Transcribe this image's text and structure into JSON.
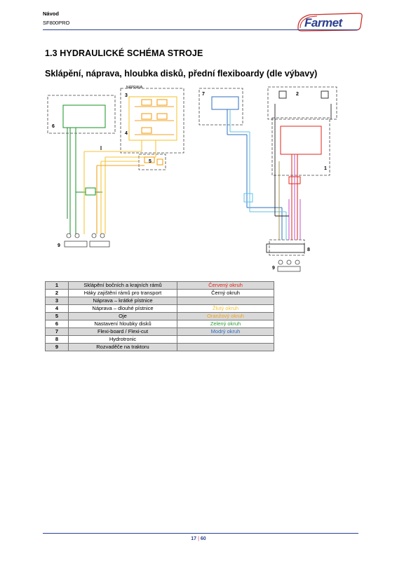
{
  "header": {
    "title": "Návod",
    "model": "SF800PRO",
    "logo_text": "Farmet"
  },
  "section_heading": "1.3   HYDRAULICKÉ SCHÉMA STROJE",
  "subtitle": "Sklápění, náprava, hloubka disků, přední flexiboardy (dle výbavy)",
  "diagram": {
    "labels": {
      "n1": "1",
      "n2": "2",
      "n3": "3",
      "n4": "4",
      "n5": "5",
      "n6": "6",
      "n7": "7",
      "n8": "8",
      "n9a": "9",
      "n9b": "9",
      "naprava": "NÁPRAVA"
    }
  },
  "legend": {
    "rows": [
      {
        "num": "1",
        "desc": "Sklápění bočních a krajních rámů",
        "circuit": "Červený okruh",
        "color": "#e0261c"
      },
      {
        "num": "2",
        "desc": "Háky zajištění rámů pro transport",
        "circuit": "Černý okruh",
        "color": "#000000"
      },
      {
        "num": "3",
        "desc": "Náprava – krátké pístnice",
        "circuit": "",
        "color": "#000000"
      },
      {
        "num": "4",
        "desc": "Náprava – dlouhé pístnice",
        "circuit": "Žlutý okruh",
        "color": "#f5c53a"
      },
      {
        "num": "5",
        "desc": "Oje",
        "circuit": "Oranžový okruh",
        "color": "#f3a21c"
      },
      {
        "num": "6",
        "desc": "Nastavení hloubky disků",
        "circuit": "Zelený okruh",
        "color": "#2a9d36"
      },
      {
        "num": "7",
        "desc": "Flexi-board / Flexi-cut",
        "circuit": "Modrý okruh",
        "color": "#2f6fbf"
      },
      {
        "num": "8",
        "desc": "Hydrotronic",
        "circuit": "",
        "color": "#000000"
      },
      {
        "num": "9",
        "desc": "Rozvaděče na traktoru",
        "circuit": "",
        "color": "#000000"
      }
    ]
  },
  "footer": {
    "page": "17",
    "separator": "|",
    "total": "60"
  }
}
